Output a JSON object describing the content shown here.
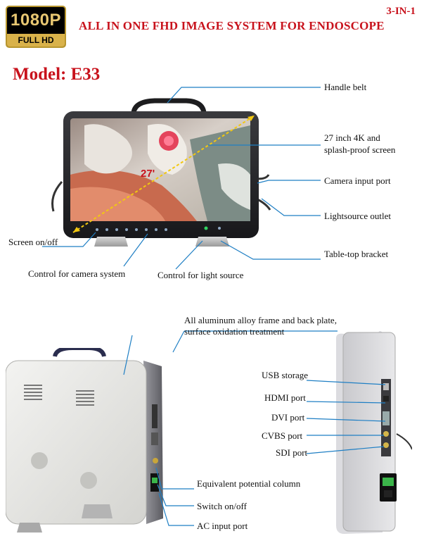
{
  "badge": {
    "resolution": "1080P",
    "full": "FULL",
    "hd": "HD"
  },
  "header": {
    "tag": "3-IN-1",
    "title": "ALL IN ONE FHD IMAGE SYSTEM FOR ENDOSCOPE",
    "model": "Model: E33"
  },
  "screen_size_mark": "27'",
  "front_labels": {
    "handle_belt": "Handle belt",
    "screen_line1": "27 inch 4K and",
    "screen_line2": "splash-proof screen",
    "camera_input": "Camera input port",
    "lightsource_outlet": "Lightsource outlet",
    "screen_onoff": "Screen on/off",
    "table_bracket": "Table-top bracket",
    "control_camera": "Control for camera system",
    "control_light": "Control for light source"
  },
  "back_labels": {
    "frame_line1": "All aluminum alloy frame and back plate,",
    "frame_line2": "surface oxidation treatment",
    "usb": "USB storage",
    "hdmi": "HDMI port",
    "dvi": "DVI port",
    "cvbs": "CVBS port",
    "sdi": "SDI port",
    "potential": "Equivalent potential column",
    "switch": "Switch on/off",
    "ac": "AC input port"
  },
  "colors": {
    "accent_red": "#c8121c",
    "leader_blue": "#1f7fc4",
    "badge_gold": "#d9b24a"
  }
}
